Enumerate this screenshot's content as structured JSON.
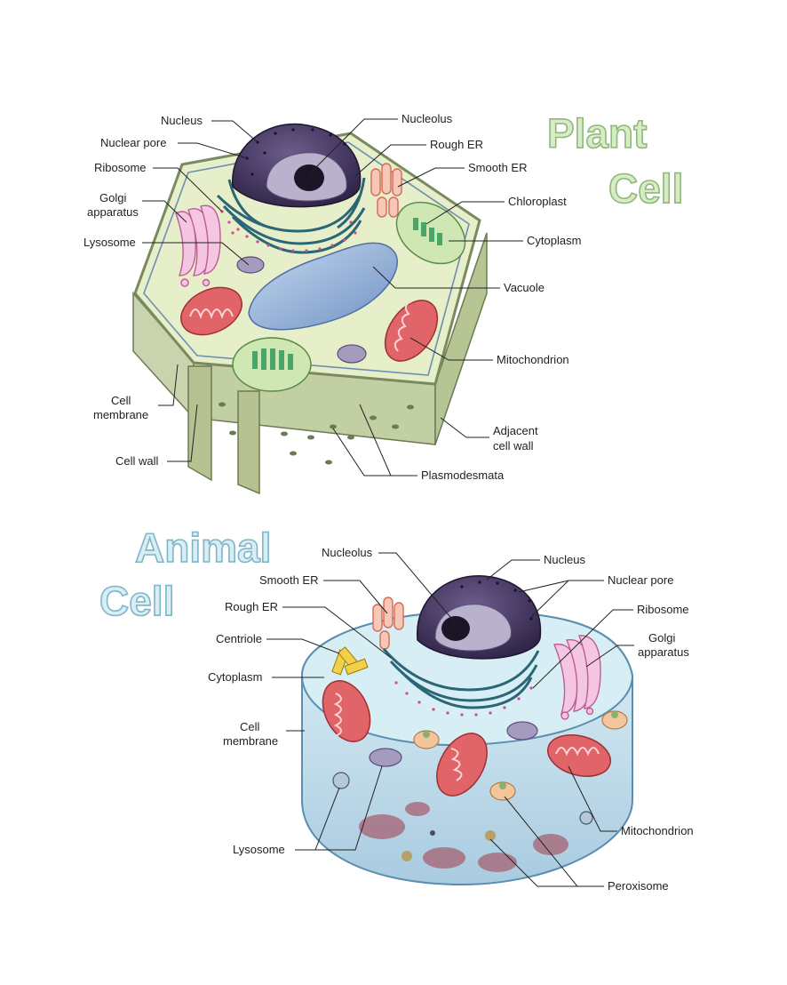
{
  "plant": {
    "title_line1": "Plant",
    "title_line2": "Cell",
    "labels": {
      "nucleus": "Nucleus",
      "nuclear_pore": "Nuclear pore",
      "ribosome": "Ribosome",
      "golgi_line1": "Golgi",
      "golgi_line2": "apparatus",
      "lysosome": "Lysosome",
      "nucleolus": "Nucleolus",
      "rough_er": "Rough ER",
      "smooth_er": "Smooth ER",
      "chloroplast": "Chloroplast",
      "cytoplasm": "Cytoplasm",
      "vacuole": "Vacuole",
      "mitochondrion": "Mitochondrion",
      "cell_membrane_line1": "Cell",
      "cell_membrane_line2": "membrane",
      "cell_wall": "Cell wall",
      "adjacent_line1": "Adjacent",
      "adjacent_line2": "cell wall",
      "plasmodesmata": "Plasmodesmata"
    }
  },
  "animal": {
    "title_line1": "Animal",
    "title_line2": "Cell",
    "labels": {
      "nucleolus": "Nucleolus",
      "smooth_er": "Smooth ER",
      "rough_er": "Rough ER",
      "centriole": "Centriole",
      "cytoplasm": "Cytoplasm",
      "cell_membrane_line1": "Cell",
      "cell_membrane_line2": "membrane",
      "lysosome": "Lysosome",
      "nucleus": "Nucleus",
      "nuclear_pore": "Nuclear pore",
      "ribosome": "Ribosome",
      "golgi_line1": "Golgi",
      "golgi_line2": "apparatus",
      "mitochondrion": "Mitochondrion",
      "peroxisome": "Peroxisome"
    }
  },
  "colors": {
    "plant_title_fill": "#d7ebc6",
    "animal_title_fill": "#d8eef4",
    "nucleus": "#4b3c66",
    "cytoplasm_plant": "#e4edc6",
    "cytoplasm_animal": "#cfe9f2",
    "mitochondrion": "#e06468",
    "golgi": "#e59ac8",
    "chloroplast": "#7fc290",
    "vacuole": "#8fb0d8",
    "cell_wall": "#b9c79a"
  }
}
